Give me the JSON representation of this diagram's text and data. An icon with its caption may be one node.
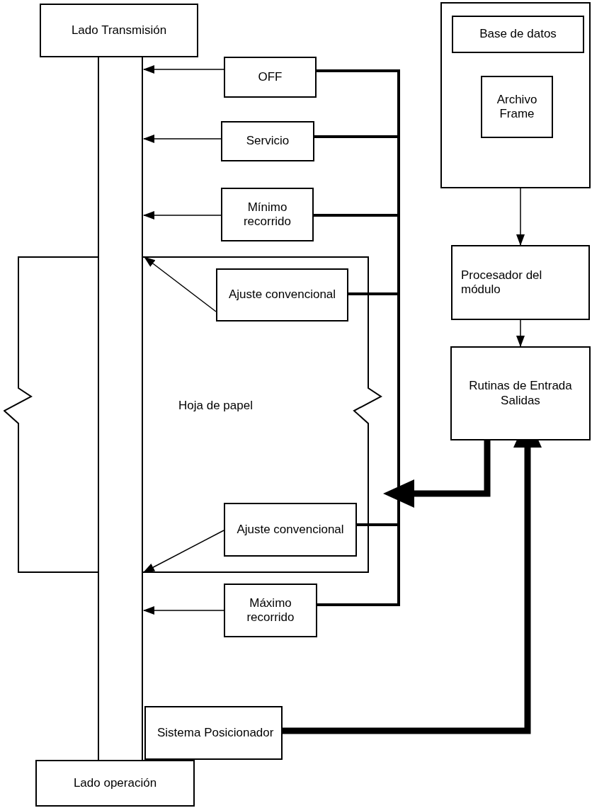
{
  "diagram": {
    "nodes": [
      {
        "text": [
          "Lado Transmisión"
        ]
      },
      {
        "text": [],
        "shape": "bar"
      },
      {
        "text": [
          "OFF"
        ]
      },
      {
        "text": [
          "Servicio"
        ]
      },
      {
        "text": [
          "Mínimo recorrido"
        ]
      },
      {
        "text": [
          "Hoja de papel"
        ]
      },
      {
        "text": [
          "Ajuste convencional"
        ],
        "in": 5
      },
      {
        "text": [
          "Ajuste convencional"
        ],
        "in": 5
      },
      {
        "text": [
          "Máximo recorrido"
        ]
      },
      {
        "text": [
          "Sistema Posicionador"
        ]
      },
      {
        "text": [
          "Lado operación"
        ]
      },
      {
        "text": [],
        "shape": "box"
      },
      {
        "text": [
          "Base de datos"
        ],
        "in": 11
      },
      {
        "text": [
          "Archivo Frame"
        ],
        "in": 11
      },
      {
        "text": [
          "Procesador del módulo"
        ]
      },
      {
        "text": [
          "Rutinas de Entrada Salidas"
        ]
      }
    ],
    "edges": [
      {
        "from": 2,
        "to": 1,
        "arrow": "to"
      },
      {
        "from": 3,
        "to": 1,
        "arrow": "to"
      },
      {
        "from": 4,
        "to": 1,
        "arrow": "to"
      },
      {
        "from": 6,
        "to": 1,
        "arrow": "to"
      },
      {
        "from": 7,
        "to": 1,
        "arrow": "to"
      },
      {
        "from": 8,
        "to": 1,
        "arrow": "to"
      },
      {
        "from": 2,
        "to": 3,
        "arrow": "none",
        "style": "thick"
      },
      {
        "from": 3,
        "to": 4,
        "arrow": "none",
        "style": "thick"
      },
      {
        "from": 4,
        "to": 6,
        "arrow": "none",
        "style": "thick"
      },
      {
        "from": 6,
        "to": 7,
        "arrow": "none",
        "style": "thick"
      },
      {
        "from": 7,
        "to": 8,
        "arrow": "none",
        "style": "thick"
      },
      {
        "from": 11,
        "to": 14,
        "arrow": "to"
      },
      {
        "from": 14,
        "to": 15,
        "arrow": "to"
      },
      {
        "from": 15,
        "to": null,
        "arrow": "to",
        "style": "thick"
      },
      {
        "from": 9,
        "to": 15,
        "arrow": "to",
        "style": "thick"
      }
    ]
  }
}
